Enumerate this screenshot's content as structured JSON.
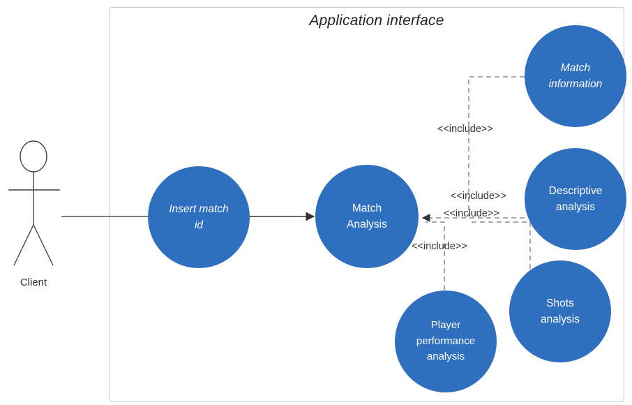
{
  "system": {
    "title": "Application interface"
  },
  "actor": {
    "label": "Client"
  },
  "use_cases": {
    "insert_match_id": "Insert match\nid",
    "match_analysis": "Match\nAnalysis",
    "match_information": "Match\ninformation",
    "descriptive_analysis": "Descriptive\nanalysis",
    "shots_analysis": "Shots\nanalysis",
    "player_performance": "Player\nperformance\nanalysis"
  },
  "relations": {
    "include_1": "<<include>>",
    "include_2": "<<include>>",
    "include_3": "<<include>>",
    "include_4": "<<include>>"
  },
  "colors": {
    "use_case_fill": "#2f6fc0",
    "border": "#c4c4c4",
    "line": "#555555"
  }
}
